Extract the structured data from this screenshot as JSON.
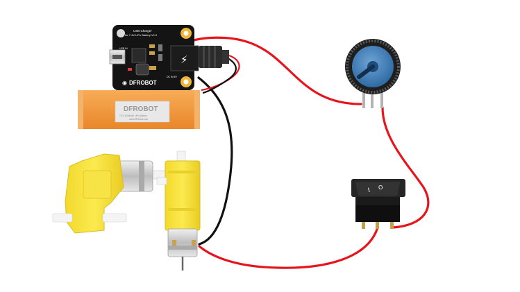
{
  "charger": {
    "title_line1": "USB Charger",
    "title_line2": "for 7.4V LiPo Battery V1.0",
    "brand": "DFROBOT",
    "usb_label": "USB IN",
    "dc_label": "DC IN 5V"
  },
  "battery": {
    "brand": "DFROBOT",
    "detail_line1": "7.4V 2200mAh LiPo Battery",
    "detail_line2": "www.DFRobot.com"
  },
  "switch": {
    "on_mark": "I",
    "off_mark": "O"
  },
  "colors": {
    "wire_red": "#e8141c",
    "wire_black": "#111111",
    "board": "#141414",
    "battery_orange": "#f39a3c",
    "motor_yellow": "#f7e53a",
    "pot_blue": "#3f7fb8"
  }
}
